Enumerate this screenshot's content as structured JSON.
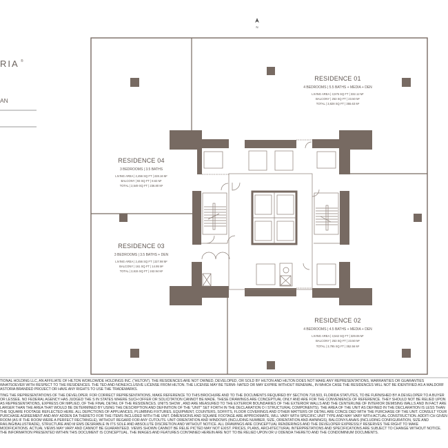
{
  "brand": {
    "logo_fragment": "RIA",
    "registered_mark": "®",
    "plan_label_fragment": "AN"
  },
  "north_label": "N",
  "colors": {
    "wall": "#776a62",
    "text": "#5e5550"
  },
  "residences": [
    {
      "title": "RESIDENCE 01",
      "summary": "4 BEDROOMS  |  5.5 BATHS + MEDIA + DEN",
      "living": "LIVING AREA | 3,575 SQ FT | 332.12 M²",
      "balcony": "BALCONY | 253 SQ FT | 23.50 M²",
      "total": "TOTAL | 3,828 SQ FT | 355.63 M²"
    },
    {
      "title": "RESIDENCE 02",
      "summary": "4 BEDROOMS  |  4.5 BATHS + MEDIA + DEN",
      "living": "LIVING AREA | 3,542 SQ FT | 329.06 M²",
      "balcony": "BALCONY | 253 SQ FT | 23.50 M²",
      "total": "TOTAL | 3,795 SQ FT | 352.56 M²"
    },
    {
      "title": "RESIDENCE 03",
      "summary": "3 BEDROOMS  |  3.5 BATHS + DEN",
      "living": "LIVING AREA | 2,456 SQ FT | 227.98 M²",
      "balcony": "BALCONY | 161 SQ FT | 14.95 M²",
      "total": "TOTAL | 2,615 SQ FT | 242.94 M²"
    },
    {
      "title": "RESIDENCE 04",
      "summary": "3 BEDROOMS  |  3.5 BATHS",
      "living": "LIVING AREA | 2,456 SQ FT | 228.16 M²",
      "balcony": "BALCONY | 93 SQ FT | 8.63 M²",
      "total": "TOTAL | 2,549 SQ FT | 236.80 M²"
    }
  ],
  "disclaimer": [
    "TIONAL HOLDING LLC, AN AFFILIATE OF HILTON WORLDWIDE HOLDINGS INC. (“HILTON”). THE RESIDENCES ARE NOT OWNED, DEVELOPED, OR SOLD BY HILTON AND HILTON DOES NOT MAKE ANY REPRESENTATIONS, WARRANTIES OR GUARANTIES WHATSOEVER WITH RESPECT TO THE RESIDENCES. THE",
    "TED AND NONEXCLUSIVE LICENSE FROM HILTON. THE LICENSE MAY BE TERMI- NATED OR MAY EXPIRE WITHOUT RENEWAL, IN WHICH CASE THE RESIDENCES WILL NOT BE IDENTIFIED AS A WALDORF ASTORIA BRANDED PROJECT OR HAVE ANY RIGHTS TO USE THE TRADEMARKS.",
    "TING THE REPRESENTATIONS OF THE DEVELOPER. FOR CORRECT REPRESENTATIONS, MAKE REFERENCE TO THIS BROCHURE AND TO THE DOCUMENTS REQUIRED BY SECTION 718.503, FLORIDA STATUTES, TO BE FURNISHED BY A DEVELOPER TO A BUYER OR LESSEE. NO FEDERAL AGENCY HAS JUDGED THE",
    "S IN STATES WHERE SUCH OFFER OR SOLICITATION CANNOT BE MADE. THESE DRAWINGS ARE CONCEPTUAL ONLY AND ARE FOR THE CONVENIENCE OF REFERENCE. THEY SHOULD NOT BE RELIED UPON AS REPRESENTATIONS, EXPRESS OR IMPLIED, OF THE FINAL DETAIL OF THE RESIDENCES. UNITS SHOW",
    ", AND ARE MEASURED TO THE EXTERIOR BOUNDARIES OF THE EXTERIOR WALLS AND THE CENTERLINE OF INTERIOR DEMISING WALLS AND IN FACT ARE LARGER THAN THE AREA THAT WOULD BE DETERMINED BY USING THE DESCRIPTION AND DEFINITION OF THE “UNIT” SET FORTH IN THE DECLARATION O",
    "I STRUCTURAL COMPONENTS). THE AREA OF THE UNIT AS DEFINED IN THE DECLARATION IS LESS THAN THE SQUARE FOOTAGE REFLECTED HERE. ALL DEPICTIONS OF APPLIANCES, PLUMBING FIXTURES, EQUIPMENT, COUNTERS, SOFFITS, FLOOR COVERINGS AND OTHER MATTERS OF DETAIL ARE CONCE",
    "DED WITH THE PURCHASE OF THE UNIT. CONSULT YOUR PURCHASE AGREEMENT AND ANY ADDEN DA THERETO FOR THE ITEMS INCLUDED WITH THE UNIT. DIMENSIONS AND SQUARE FOOTAGE ARE APPROXIMATE, WILL VARY WITH SPECIFIC UNIT TYPE AND MAY VARY WITH ACTUAL CONSTRUCTION. ADDITI",
    "CH GIVEN ROOM (AS IF THE ROOM WERE A PERFECT RECTANGLE), WITHOUT REGARD FOR ANY CUTOUTS. UNIT ORIENTATION AND WINDOWS (INCLUDING NUMBER, SIZE, ORIENTATION AND AWNINGS), BALCONY/LANAIS (INCLUDING CONFIGURATION, SIZE AND RAILING/BALUSTRADE), STRUCTURE AND M",
    "EMS DESIRABLE IN ITS SOLE AND ABSOLUTE DISCRETION AND WITHOUT NOTICE. ALL DRAWINGS ARE CONCEPTUAL RENDERINGS AND THE DEVELOPER EXPRESSLY RESERVES THE RIGHT TO MAKE MODIFICATIONS. ACTUAL VIEWS MAY VARY AND CANNOT BE GUARANTEED. VIEWS SHOWN CANNOT BE RELIE",
    "PICTED MAY NOT EXIST. PRICES, PLANS, ARCHITECTURAL INTERPRETATIONS AND SPECIFICATIONS ARE SUBJECT TO CHANGE WITHOUT NOTICE. THE INFORMATION PRESENTED WITHIN THIS DOCUMENT IS CONCEPTUAL. THE IMAGES AND FEATURES CONTAINED HEREIN ARE NOT TO BE RELIED UPON OR U",
    "ODENDA THERETO AND THE CONDOMINIUM DOCUMENTS."
  ]
}
